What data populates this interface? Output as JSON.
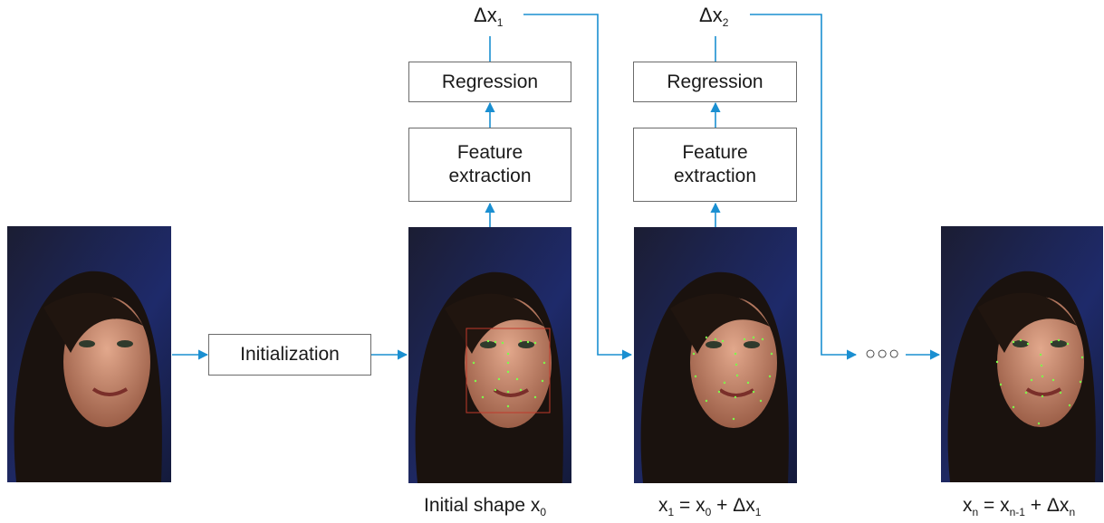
{
  "stages": {
    "initialization": "Initialization",
    "regression_1": "Regression",
    "regression_2": "Regression",
    "feature_1": "Feature extraction",
    "feature_2": "Feature extraction"
  },
  "deltas": {
    "d1_sym": "Δx",
    "d1_sub": "1",
    "d2_sym": "Δx",
    "d2_sub": "2"
  },
  "captions": {
    "c1_text": "Initial shape x",
    "c1_sub": "0",
    "c2_a": "x",
    "c2_a_sub": "1",
    "c2_b": " = x",
    "c2_b_sub": "0",
    "c2_c": " + Δx",
    "c2_c_sub": "1",
    "c3_a": "x",
    "c3_a_sub": "n",
    "c3_b": " = x",
    "c3_b_sub": "n-1",
    "c3_c": " + Δx",
    "c3_c_sub": "n"
  },
  "ellipsis": "○○○",
  "colors": {
    "arrow": "#1a8fd1",
    "box_border": "#6b6b6b",
    "landmark": "#7dff4a",
    "bbox": "#c0392b"
  }
}
